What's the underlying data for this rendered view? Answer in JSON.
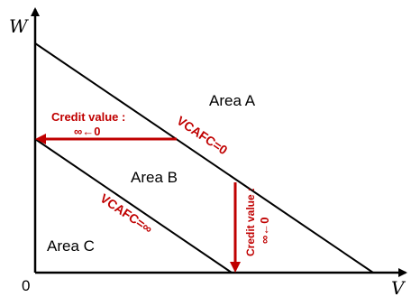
{
  "axes": {
    "x_label": "V",
    "y_label": "W",
    "origin_label": "0"
  },
  "regions": {
    "area_a": "Area A",
    "area_b": "Area B",
    "area_c": "Area C"
  },
  "lines": {
    "upper_line_label": "VCAFC=0",
    "lower_line_label": "VCAFC=∞"
  },
  "annotations": {
    "horizontal_arrow_line1": "Credit value :",
    "horizontal_arrow_line2": "∞←0",
    "vertical_arrow_line1": "Credit value :",
    "vertical_arrow_line2": "∞←0"
  },
  "colors": {
    "axis": "#000000",
    "accent": "#c00000"
  }
}
